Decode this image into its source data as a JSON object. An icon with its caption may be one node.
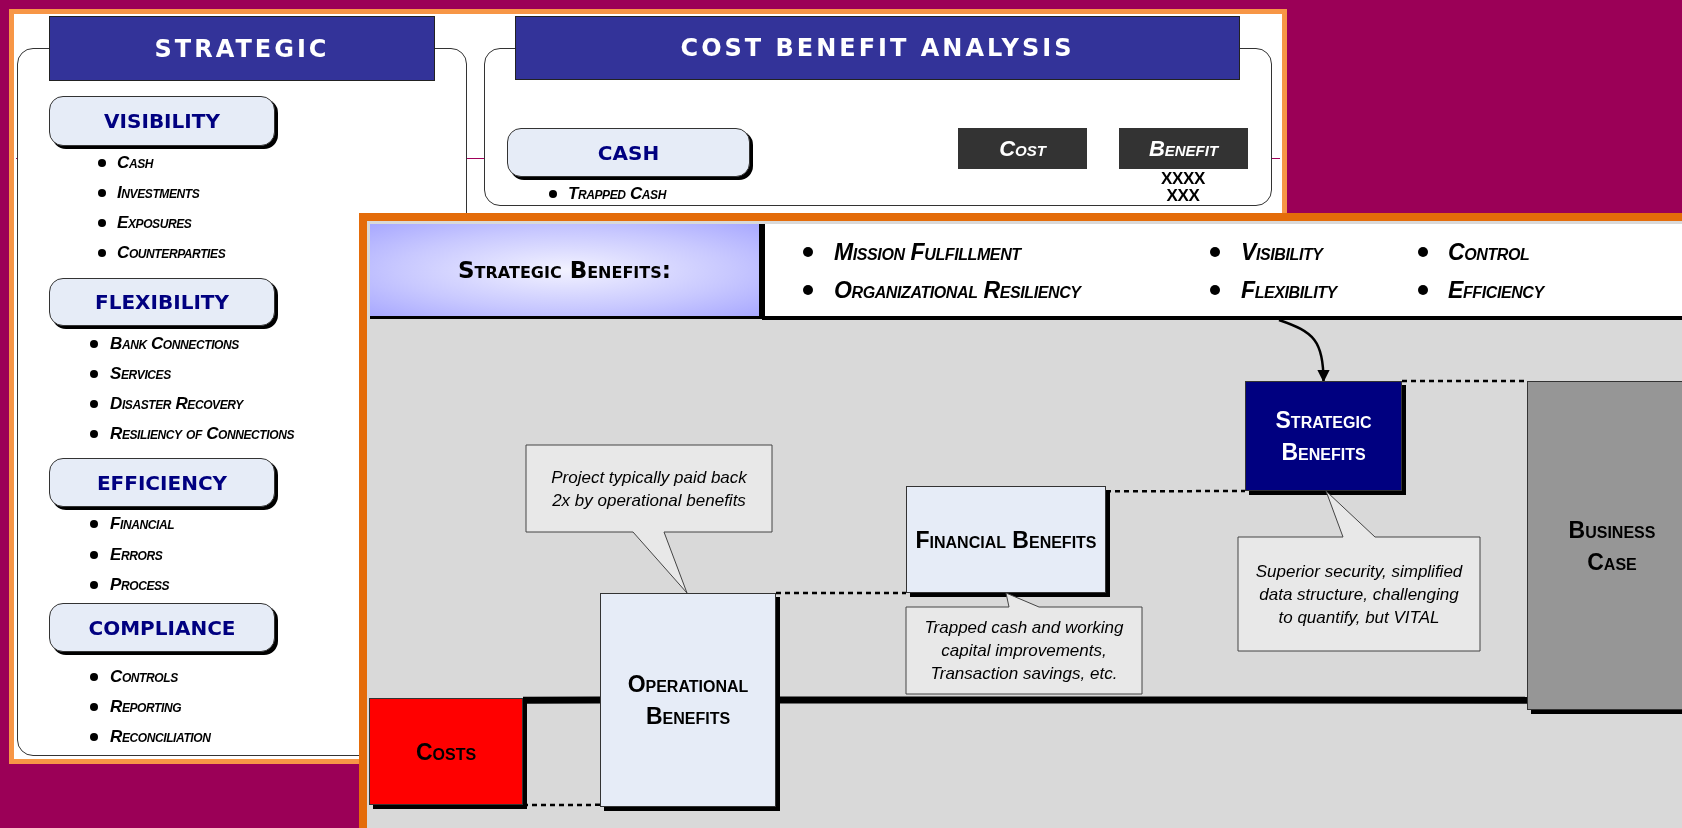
{
  "diagram": {
    "nodes": [
      {
        "text": [
          "STRATEGIC"
        ]
      },
      {
        "text": [
          "VISIBILITY"
        ],
        "in": 0,
        "beside": [
          "Cash",
          "Investments",
          "Exposures",
          "Counterparties"
        ]
      },
      {
        "text": [
          "FLEXIBILITY"
        ],
        "in": 0,
        "beside": [
          "Bank Connections",
          "Services",
          "Disaster Recovery",
          "Resiliency of Connections"
        ]
      },
      {
        "text": [
          "EFFICIENCY"
        ],
        "in": 0,
        "beside": [
          "Financial",
          "Errors",
          "Process"
        ]
      },
      {
        "text": [
          "COMPLIANCE"
        ],
        "in": 0,
        "beside": [
          "Controls",
          "Reporting",
          "Reconciliation"
        ]
      },
      {
        "text": [
          "COST BENEFIT ANALYSIS"
        ]
      },
      {
        "text": [
          "CASH"
        ],
        "in": 5,
        "beside": [
          "Trapped Cash"
        ]
      },
      {
        "text": [
          "Cost"
        ],
        "in": 5
      },
      {
        "text": [
          "Benefit"
        ],
        "in": 5,
        "beside": [
          "XXXX",
          "XXX"
        ]
      },
      {
        "text": [
          "Strategic Benefits:"
        ]
      },
      {
        "text": [
          "Mission Fulfillment",
          "Organizational Resiliency",
          "Visibility",
          "Flexibility",
          "Control",
          "Efficiency"
        ]
      },
      {
        "text": [
          "Project typically paid back 2x by operational benefits"
        ]
      },
      {
        "text": [
          "Financial Benefits"
        ]
      },
      {
        "text": [
          "Strategic Benefits"
        ]
      },
      {
        "text": [
          "Business Case"
        ]
      },
      {
        "text": [
          "Superior security, simplified data structure, challenging to quantify, but VITAL"
        ]
      },
      {
        "text": [
          "Operational Benefits"
        ]
      },
      {
        "text": [
          "Trapped cash and working capital improvements, Transaction savings, etc."
        ]
      },
      {
        "text": [
          "Costs"
        ]
      }
    ],
    "edges": [
      {
        "from": 10,
        "to": 13,
        "arrow": "to"
      },
      {
        "from": 18,
        "to": 16,
        "arrow": "none",
        "style": "thick"
      },
      {
        "from": 16,
        "to": 14,
        "arrow": "none",
        "style": "thick"
      },
      {
        "from": 18,
        "to": 16,
        "arrow": "none",
        "style": "dashed"
      },
      {
        "from": 16,
        "to": 12,
        "arrow": "none",
        "style": "dashed"
      },
      {
        "from": 12,
        "to": 13,
        "arrow": "none",
        "style": "dashed"
      },
      {
        "from": 13,
        "to": 14,
        "arrow": "none",
        "style": "dashed"
      }
    ]
  }
}
